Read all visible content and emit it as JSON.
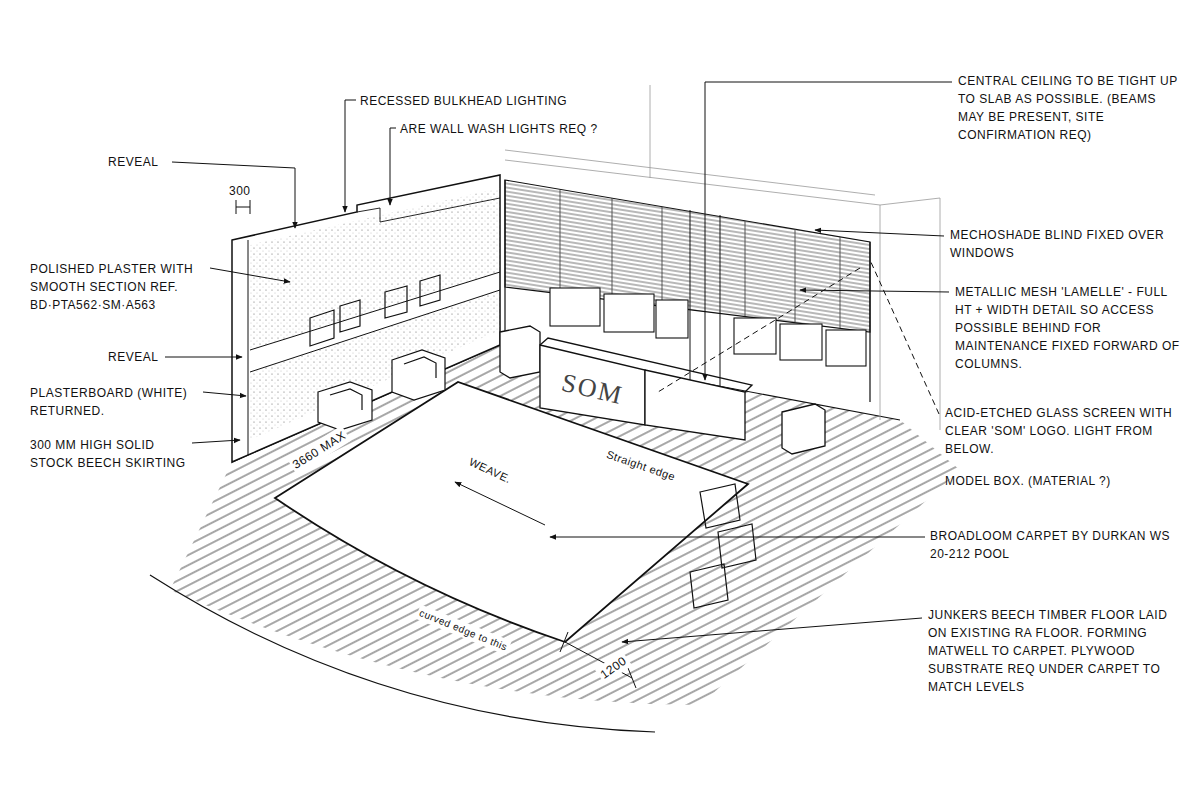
{
  "diagram": {
    "labels": [
      "REVEAL",
      "RECESSED BULKHEAD LIGHTING",
      "ARE WALL WASH LIGHTS REQ ?",
      "CENTRAL CEILING TO BE TIGHT UP TO SLAB AS POSSIBLE. (BEAMS MAY BE PRESENT, SITE CONFIRMATION REQ)",
      "300",
      "POLISHED PLASTER WITH SMOOTH SECTION REF. BD·PTA562·SM·A563",
      "REVEAL",
      "PLASTERBOARD (WHITE) RETURNED.",
      "300 MM HIGH SOLID STOCK BEECH SKIRTING",
      "MECHOSHADE BLIND FIXED OVER WINDOWS",
      "METALLIC MESH 'LAMELLE' - FULL HT + WIDTH DETAIL SO ACCESS POSSIBLE BEHIND FOR MAINTENANCE FIXED FORWARD OF COLUMNS.",
      "ACID-ETCHED GLASS SCREEN WITH CLEAR 'SOM' LOGO. LIGHT FROM BELOW.",
      "MODEL BOX. (MATERIAL ?)",
      "BROADLOOM CARPET BY DURKAN WS 20-212 POOL",
      "JUNKERS BEECH TIMBER FLOOR LAID ON EXISTING RA FLOOR. FORMING MATWELL TO CARPET. PLYWOOD SUBSTRATE REQ UNDER CARPET TO MATCH LEVELS",
      "3660 MAX",
      "Straight edge",
      "WEAVE.",
      "curved edge to this",
      "1200",
      "SOM"
    ]
  }
}
